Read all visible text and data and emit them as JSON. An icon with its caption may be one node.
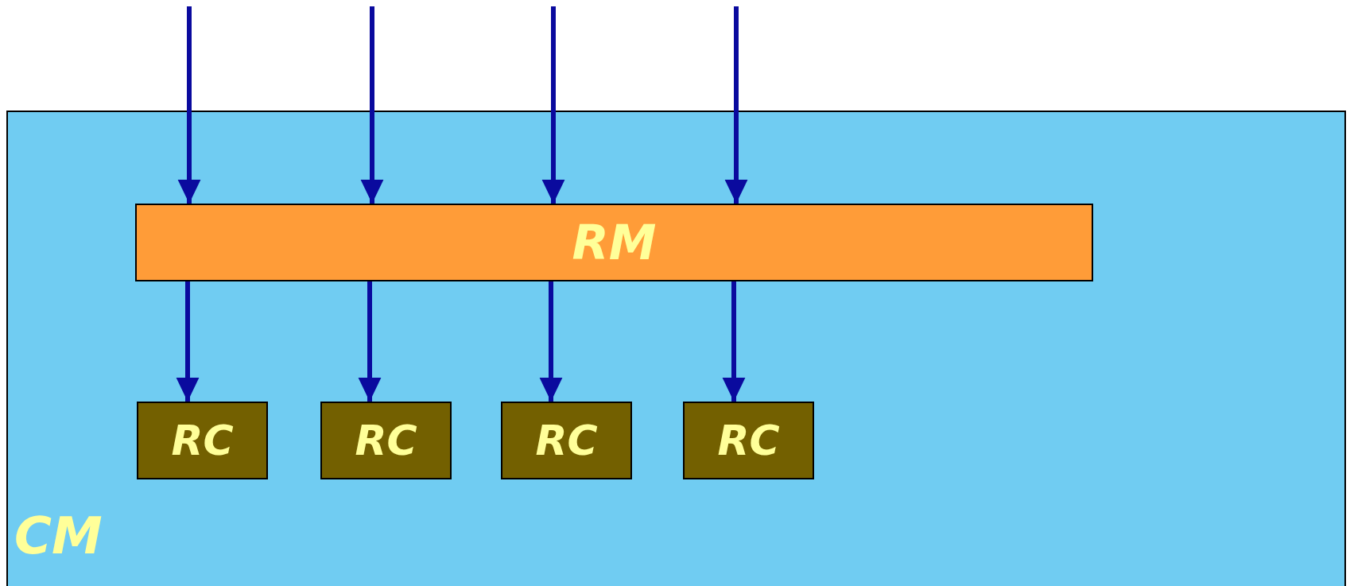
{
  "diagram": {
    "nodes": [
      {
        "text": [
          "CM"
        ]
      },
      {
        "text": [
          "RM"
        ],
        "in": 0
      },
      {
        "text": [
          "RC"
        ],
        "in": 0
      },
      {
        "text": [
          "RC"
        ],
        "in": 0
      },
      {
        "text": [
          "RC"
        ],
        "in": 0
      },
      {
        "text": [
          "RC"
        ],
        "in": 0
      }
    ],
    "edges": [
      {
        "from": null,
        "to": 1,
        "arrow": "to"
      },
      {
        "from": null,
        "to": 1,
        "arrow": "to"
      },
      {
        "from": null,
        "to": 1,
        "arrow": "to"
      },
      {
        "from": null,
        "to": 1,
        "arrow": "to"
      },
      {
        "from": 1,
        "to": 2,
        "arrow": "to"
      },
      {
        "from": 1,
        "to": 3,
        "arrow": "to"
      },
      {
        "from": 1,
        "to": 4,
        "arrow": "to"
      },
      {
        "from": 1,
        "to": 5,
        "arrow": "to"
      }
    ]
  }
}
